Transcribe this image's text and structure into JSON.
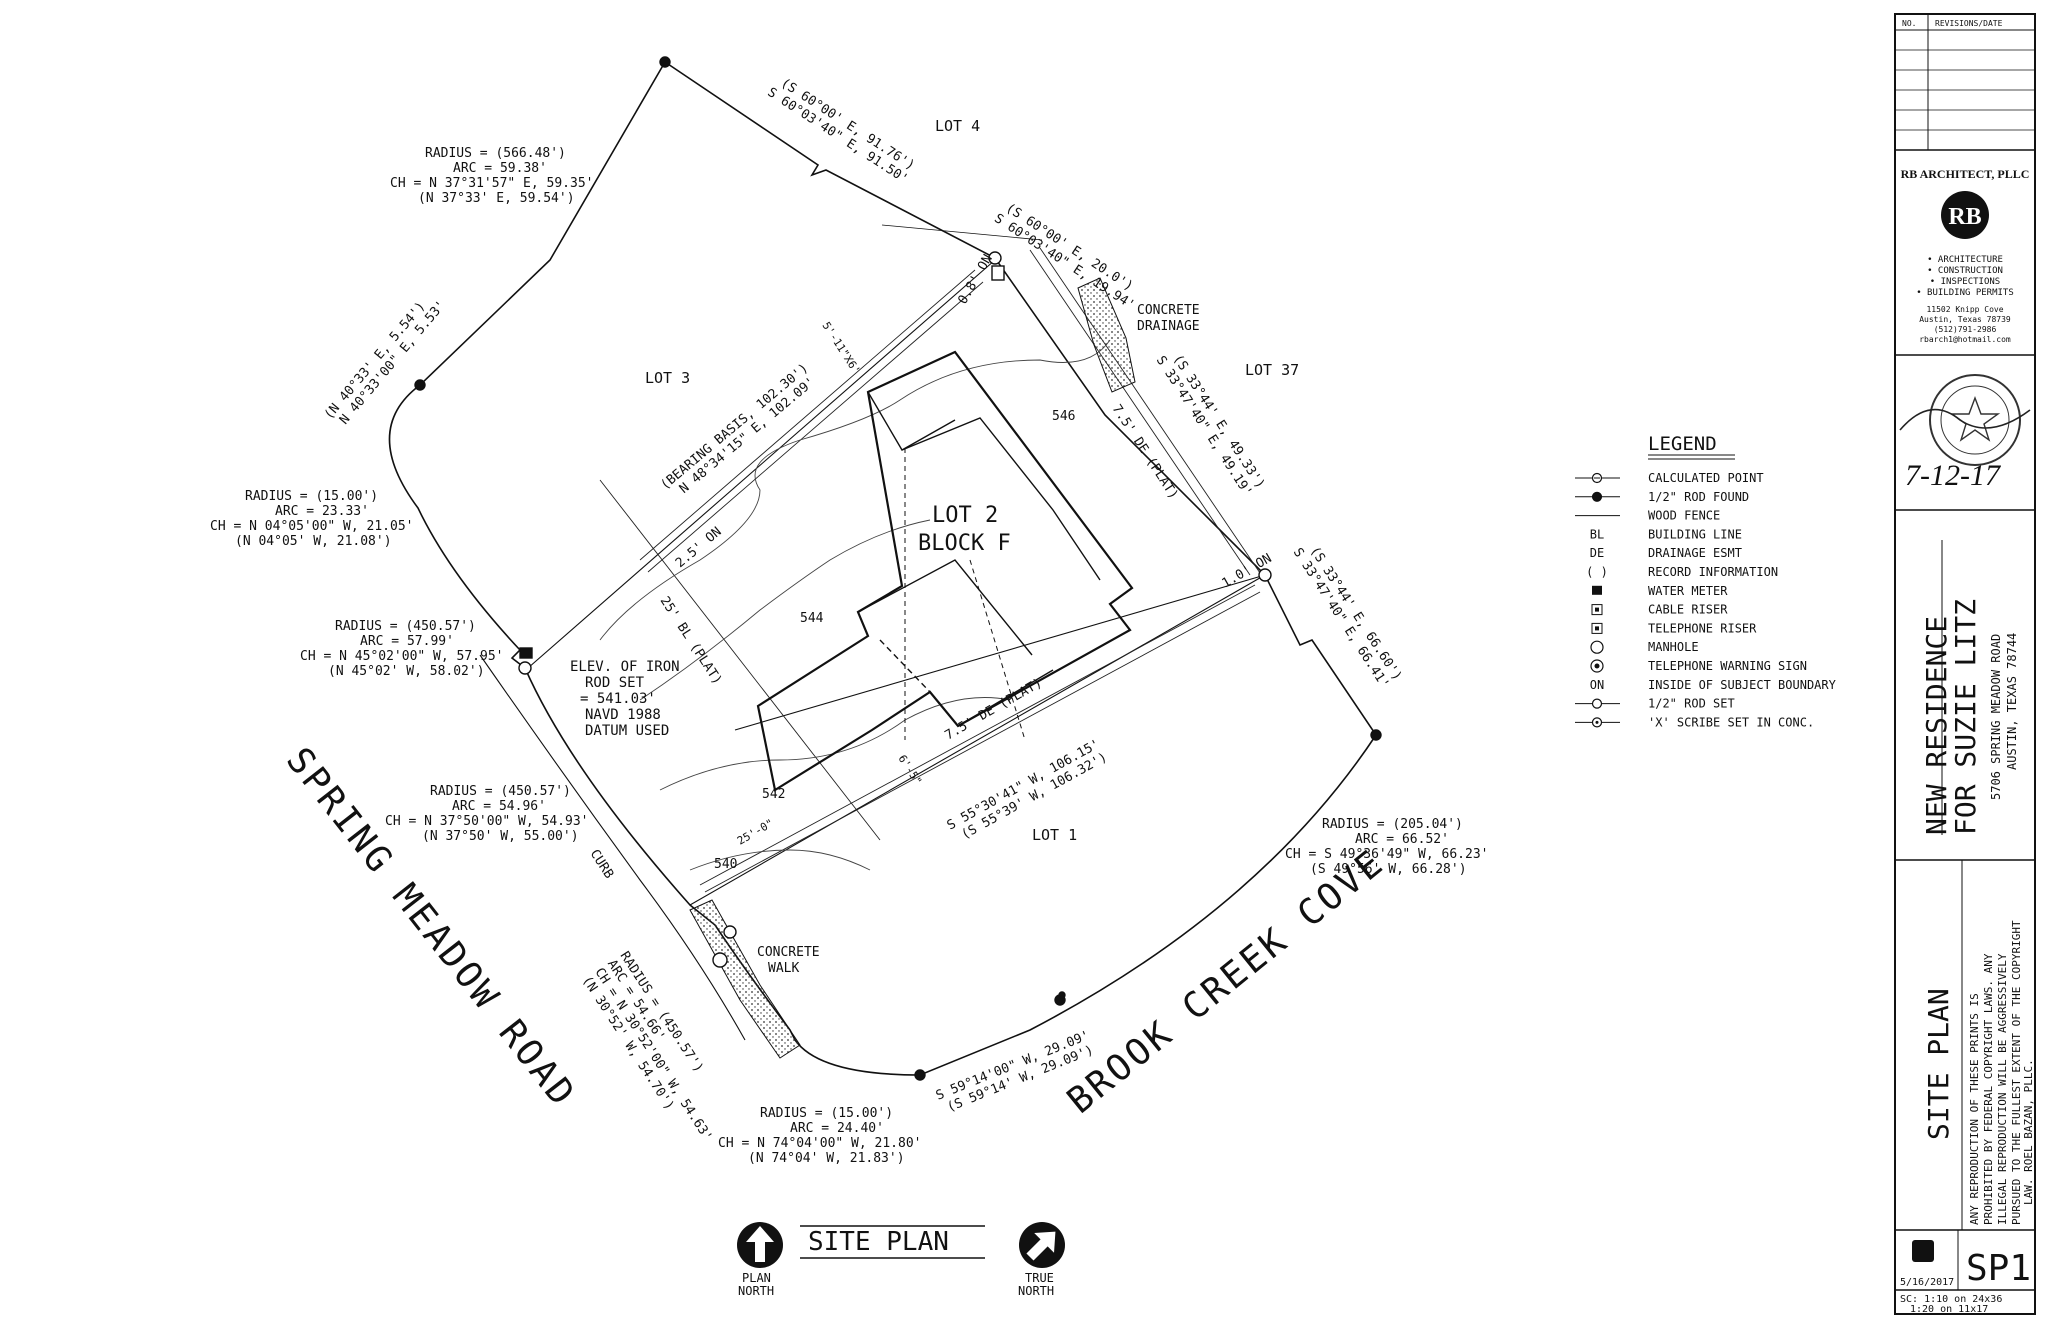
{
  "lots": {
    "lot4": "LOT 4",
    "lot3": "LOT 3",
    "lot37": "LOT 37",
    "lot1": "LOT 1",
    "lot2_line1": "LOT 2",
    "lot2_line2": "BLOCK F"
  },
  "roads": {
    "spring_meadow": "SPRING MEADOW ROAD",
    "brook_creek": "BROOK CREEK COVE"
  },
  "curves": {
    "c1": [
      "RADIUS = (566.48')",
      "ARC = 59.38'",
      "CH = N 37°31'57\" E, 59.35'",
      "(N 37°33' E, 59.54')"
    ],
    "c2": [
      "RADIUS = (15.00')",
      "ARC = 23.33'",
      "CH = N 04°05'00\" W, 21.05'",
      "(N 04°05' W, 21.08')"
    ],
    "c3": [
      "RADIUS = (450.57')",
      "ARC = 57.99'",
      "CH = N 45°02'00\" W, 57.95'",
      "(N 45°02' W, 58.02')"
    ],
    "c4": [
      "RADIUS = (450.57')",
      "ARC = 54.96'",
      "CH = N 37°50'00\" W, 54.93'",
      "(N 37°50' W, 55.00')"
    ],
    "c5": [
      "RADIUS = (205.04')",
      "ARC = 66.52'",
      "CH = S 49°36'49\" W, 66.23'",
      "(S 49°56' W, 66.28')"
    ],
    "c6": [
      "RADIUS = (15.00')",
      "ARC = 24.40'",
      "CH = N 74°04'00\" W, 21.80'",
      "(N 74°04' W, 21.83')"
    ],
    "c7": [
      "RADIUS = (450.57')",
      "ARC = 54.66'",
      "CH = N 30°52'00\" W, 54.63'",
      "(N 30°52' W, 54.70')"
    ]
  },
  "bearings": {
    "north_line": [
      "(S 60°00' E, 91.76')",
      "S 60°03'40\" E, 91.50'"
    ],
    "north_short": [
      "(S 60°00' E, 20.0')",
      "S 60°03'40\" E, 19.94'"
    ],
    "northwest": [
      "(N 40°33' E, 5.54')",
      "N 40°33'00\" E, 5.53'"
    ],
    "east_upper": [
      "(S 33°44' E, 49.33')",
      "S 33°47'40\" E, 49.19'"
    ],
    "east_lower": [
      "(S 33°44' E, 66.60')",
      "S 33°47'40\" E, 66.41'"
    ],
    "bearing_basis": [
      "(BEARING BASIS, 102.30')",
      "N 48°34'15\" E, 102.09'"
    ],
    "south_lot1": [
      "S 55°30'41\" W, 106.15'",
      "(S 55°39' W, 106.32')"
    ],
    "south_short": [
      "S 59°14'00\" W, 29.09'",
      "(S 59°14' W, 29.09')"
    ]
  },
  "annotations": {
    "concrete_drainage": [
      "CONCRETE",
      "DRAINAGE"
    ],
    "concrete_walk": [
      "CONCRETE",
      "WALK"
    ],
    "elevation": [
      "ELEV. OF IRON",
      "ROD SET",
      "= 541.03'",
      "NAVD 1988",
      "DATUM USED"
    ],
    "curb": "CURB",
    "de_plat_east": "7.5' DE (PLAT)",
    "de_plat_south": "7.5' DE (PLAT)",
    "bl_plat": "25' BL (PLAT)",
    "on_west": "2.5' ON",
    "on_east": "1.0' ON",
    "on_north": "0.8' ON",
    "dim_top": "5'-11\"X6'",
    "dim_left": "25'-0\"",
    "dim_bottom": "6'-5\"",
    "contours": [
      "546",
      "544",
      "542",
      "540"
    ]
  },
  "legend": {
    "title": "LEGEND",
    "items": [
      {
        "key": "",
        "icon": "calculated-point",
        "label": "CALCULATED POINT"
      },
      {
        "key": "",
        "icon": "rod-found",
        "label": "1/2\" ROD FOUND"
      },
      {
        "key": "",
        "icon": "wood-fence",
        "label": "WOOD FENCE"
      },
      {
        "key": "BL",
        "icon": "",
        "label": "BUILDING LINE"
      },
      {
        "key": "DE",
        "icon": "",
        "label": "DRAINAGE ESMT"
      },
      {
        "key": "( )",
        "icon": "",
        "label": "RECORD INFORMATION"
      },
      {
        "key": "",
        "icon": "water-meter",
        "label": "WATER METER"
      },
      {
        "key": "",
        "icon": "cable-riser",
        "label": "CABLE RISER"
      },
      {
        "key": "",
        "icon": "telephone-riser",
        "label": "TELEPHONE RISER"
      },
      {
        "key": "",
        "icon": "manhole",
        "label": "MANHOLE"
      },
      {
        "key": "",
        "icon": "telephone-warning",
        "label": "TELEPHONE WARNING SIGN"
      },
      {
        "key": "ON",
        "icon": "",
        "label": "INSIDE OF SUBJECT BOUNDARY"
      },
      {
        "key": "",
        "icon": "rod-set",
        "label": "1/2\" ROD SET"
      },
      {
        "key": "",
        "icon": "x-scribe",
        "label": "'X' SCRIBE SET IN CONC."
      }
    ]
  },
  "footer": {
    "title": "SITE PLAN",
    "plan_north": [
      "PLAN",
      "NORTH"
    ],
    "true_north": [
      "TRUE",
      "NORTH"
    ]
  },
  "title_block": {
    "rev_no": "NO.",
    "rev_date": "REVISIONS/DATE",
    "firm": "RB ARCHITECT, PLLC",
    "logo": "RB",
    "services": [
      "• ARCHITECTURE",
      "• CONSTRUCTION",
      "• INSPECTIONS",
      "• BUILDING PERMITS"
    ],
    "address": [
      "11502 Knipp Cove",
      "Austin, Texas 78739",
      "(512)791-2986",
      "rbarch1@hotmail.com"
    ],
    "seal_date": "7-12-17",
    "project_line1": "NEW RESIDENCE",
    "project_line2": "FOR SUZIE LITZ",
    "site_address_line1": "5706 SPRING MEADOW ROAD",
    "site_address_line2": "AUSTIN, TEXAS 78744",
    "sheet_title": "SITE PLAN",
    "copyright": [
      "ANY REPRODUCTION OF THESE PRINTS IS",
      "PROHIBITED BY FEDERAL COPYRIGHT LAWS. ANY",
      "ILLEGAL REPRODUCTION WILL BE AGGRESSIVELY",
      "PURSUED TO THE FULLEST EXTENT OF THE COPYRIGHT",
      "LAW. ROEL BAZAN, PLLC."
    ],
    "date": "5/16/2017",
    "sheet_no": "SP1",
    "scale": [
      "SC: 1:10 on 24x36",
      "1:20 on 11x17"
    ]
  }
}
